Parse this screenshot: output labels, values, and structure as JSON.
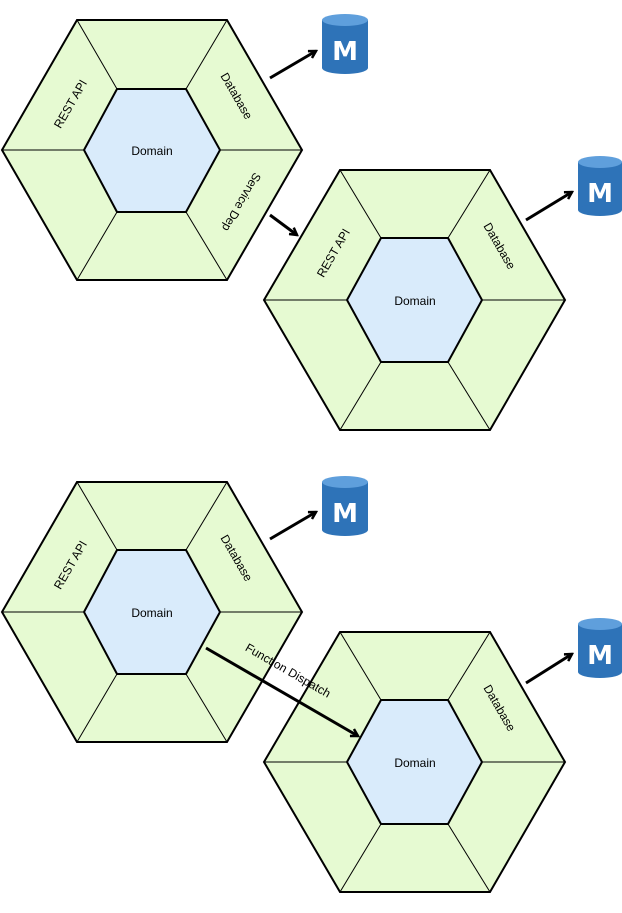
{
  "diagram": {
    "top": {
      "left_hex": {
        "domain_label": "Domain",
        "adapters": [
          "REST API",
          "Database",
          "Service Dep"
        ]
      },
      "right_hex": {
        "domain_label": "Domain",
        "adapters": [
          "REST API",
          "Database"
        ]
      },
      "db_icons": [
        "M",
        "M"
      ]
    },
    "bottom": {
      "left_hex": {
        "domain_label": "Domain",
        "adapters": [
          "REST API",
          "Database"
        ]
      },
      "right_hex": {
        "domain_label": "Domain",
        "adapters": [
          "Database"
        ]
      },
      "connector_label": "Function Dispatch",
      "db_icons": [
        "M",
        "M"
      ]
    },
    "colors": {
      "adapter_ring": "#e6fad2",
      "domain_core": "#d9ebfb",
      "db_icon": "#2e73b8"
    }
  }
}
